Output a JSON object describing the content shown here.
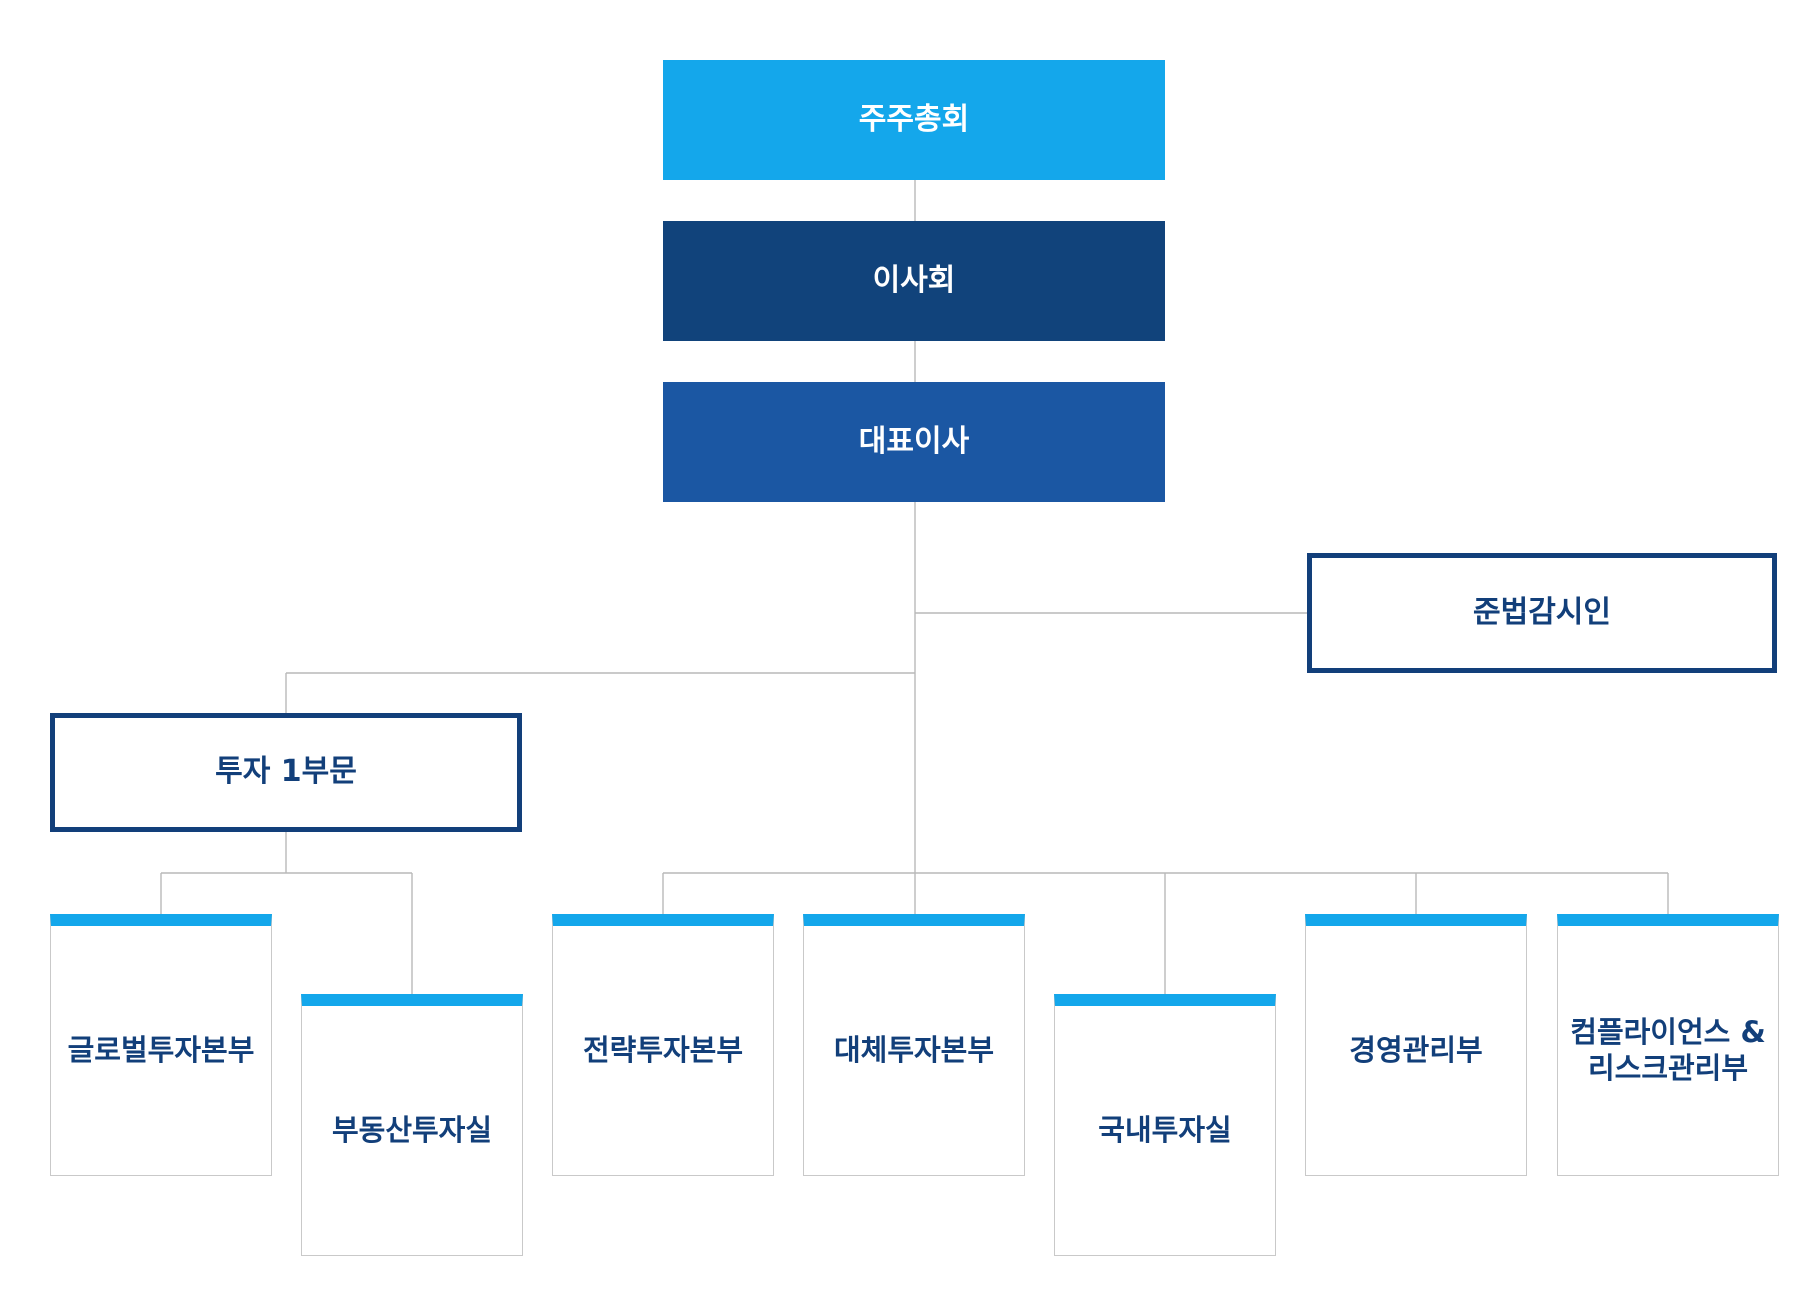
{
  "colors": {
    "shareholders_bg": "#14a7eb",
    "board_bg": "#11437b",
    "ceo_bg": "#1b57a3",
    "outline_border": "#123f7a",
    "dept_accent": "#14a7eb",
    "text_dark": "#123f7a",
    "connector": "#b9b9b9"
  },
  "executive": {
    "shareholders": "주주총회",
    "board": "이사회",
    "ceo": "대표이사"
  },
  "compliance_officer": "준법감시인",
  "division": {
    "name": "투자 1부문",
    "units": [
      "글로벌투자본부",
      "부동산투자실"
    ]
  },
  "departments": [
    "전략투자본부",
    "대체투자본부",
    "국내투자실",
    "경영관리부",
    "컴플라이언스 &\n리스크관리부"
  ]
}
